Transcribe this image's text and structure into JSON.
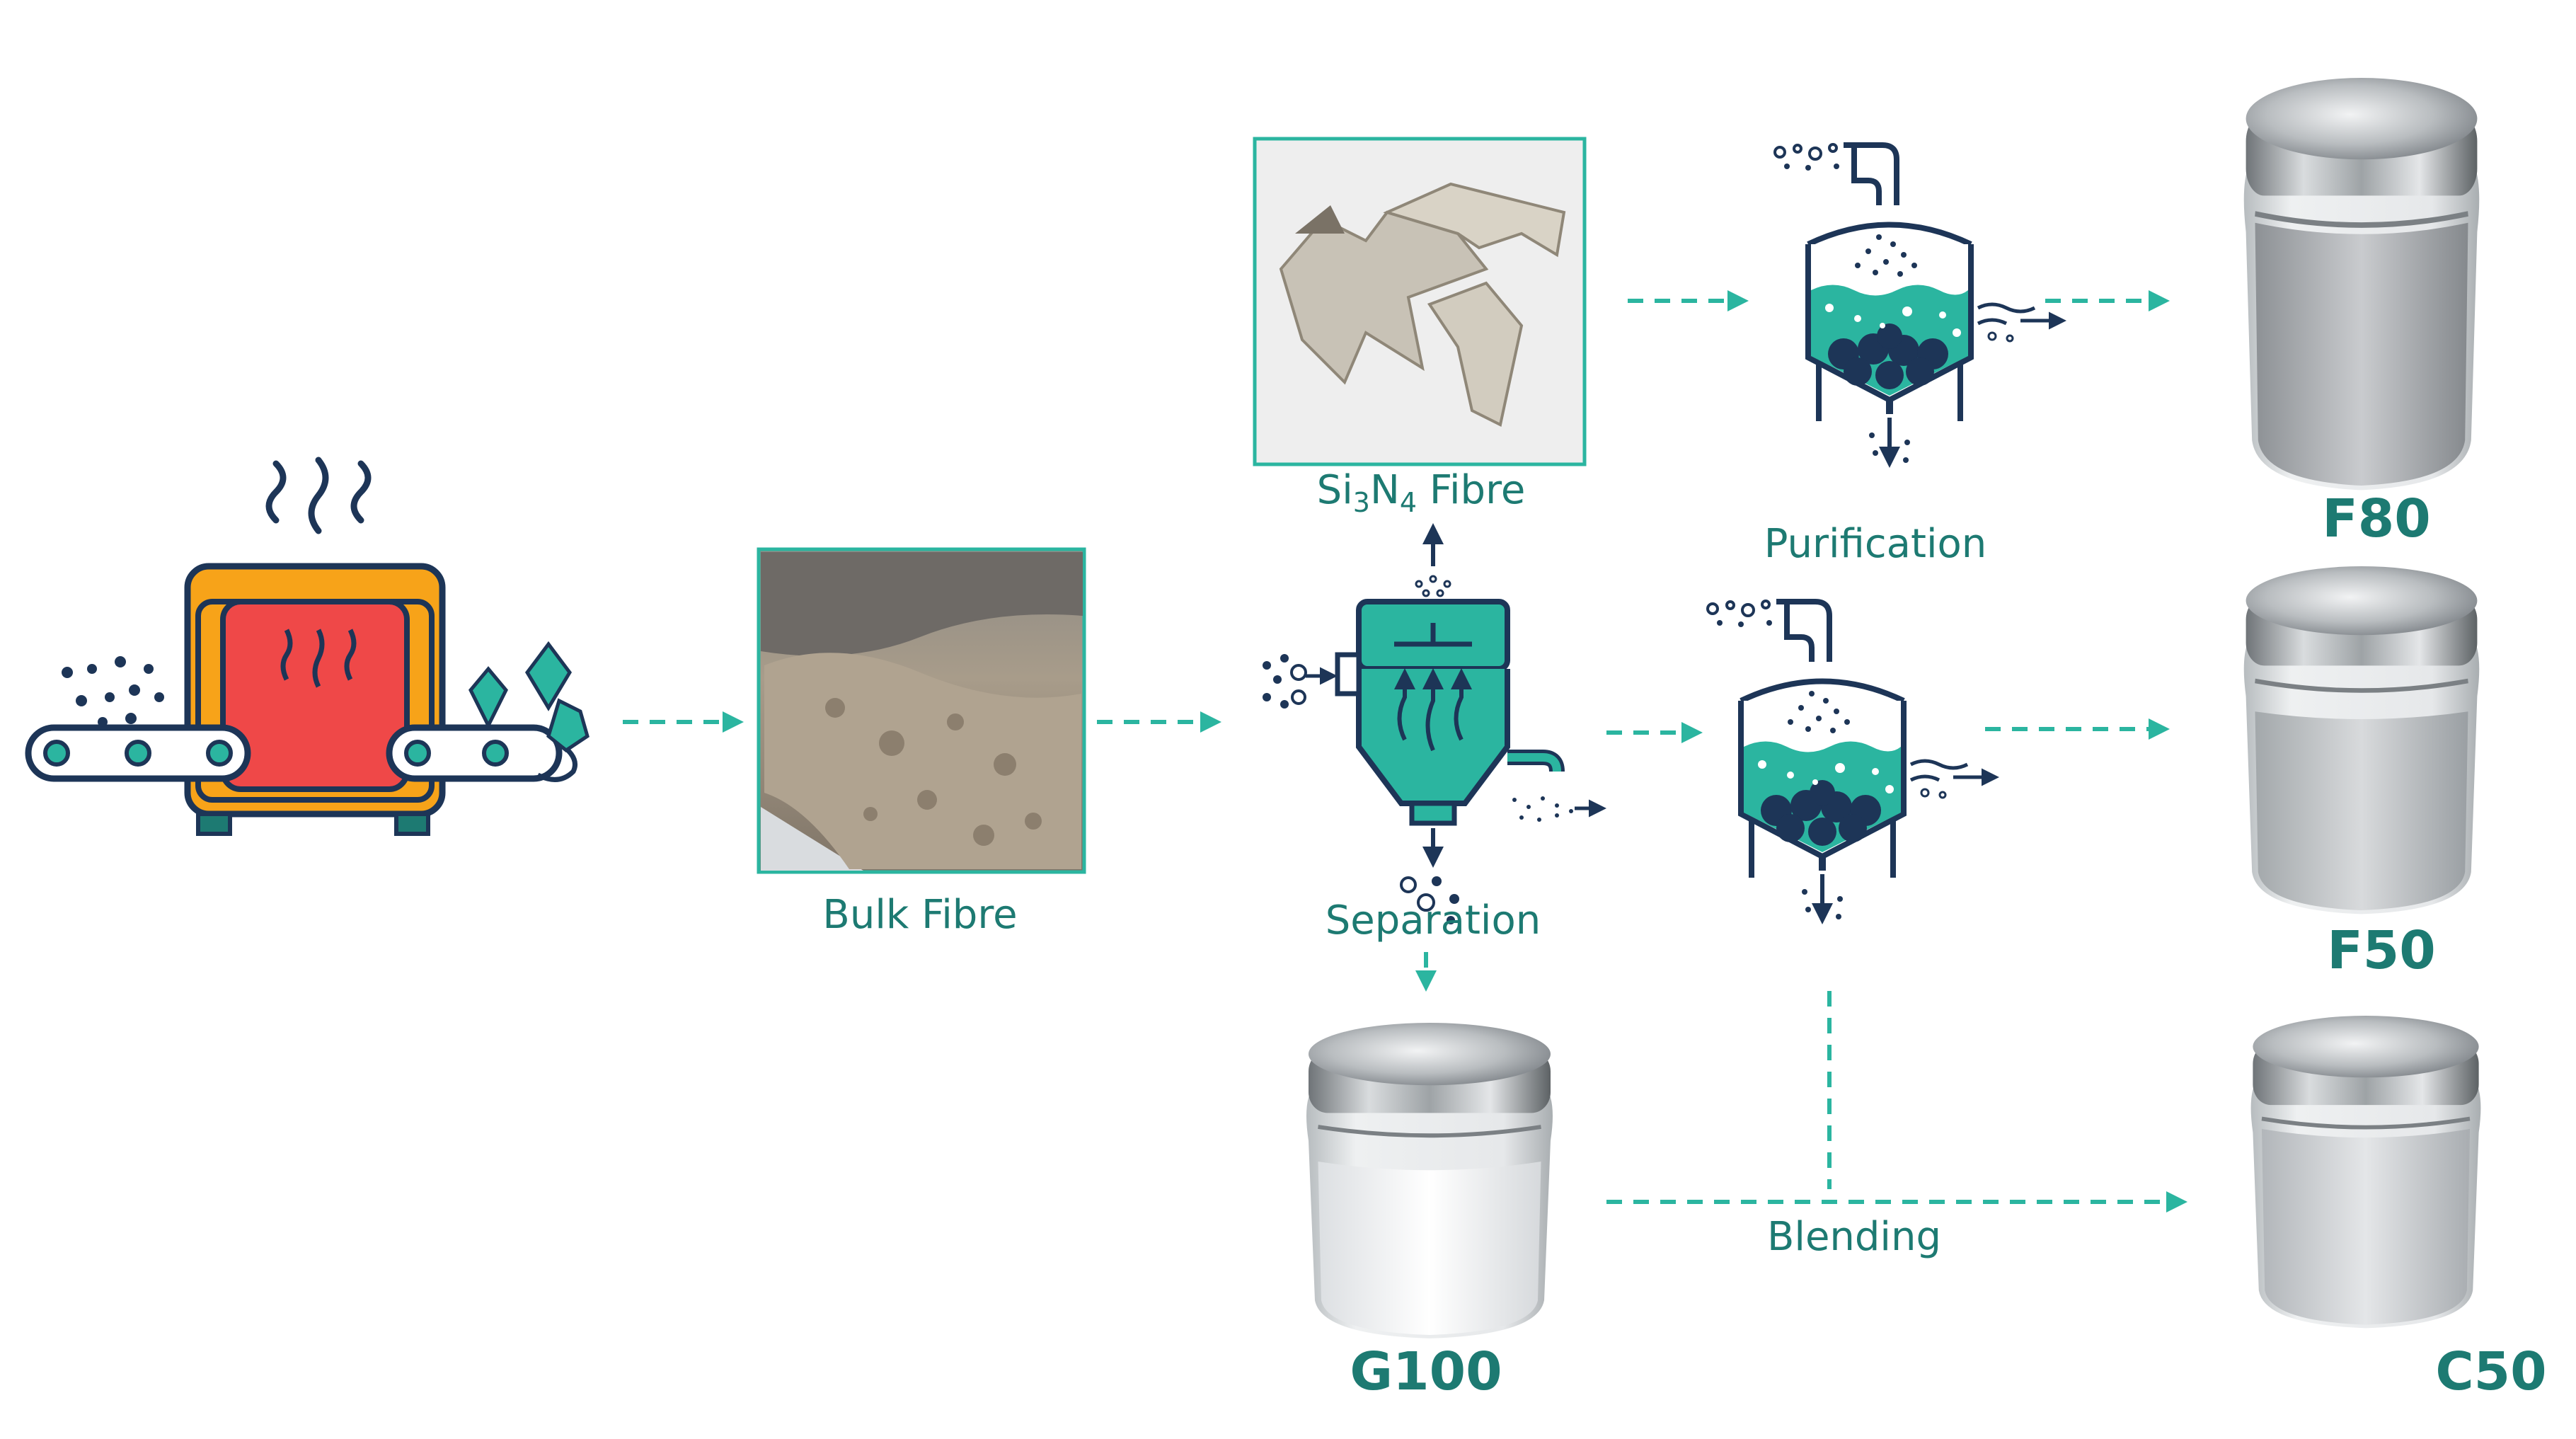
{
  "nodes": {
    "furnace": {
      "icon": "furnace-conveyor-icon"
    },
    "bulk_fibre": {
      "label": "Bulk Fibre",
      "image": "bulk-fibre-photo"
    },
    "si3n4_fibre": {
      "label_prefix": "Si",
      "sub1": "3",
      "label_mid": "N",
      "sub2": "4",
      "label_suffix": " Fibre",
      "image": "si3n4-fibre-photo"
    },
    "separation": {
      "label": "Separation",
      "icon": "cyclone-separator-icon"
    },
    "purification": {
      "label": "Purification",
      "icon": "purification-tank-icon"
    },
    "products": {
      "g100": {
        "label": "G100",
        "icon": "jar-icon"
      },
      "f80": {
        "label": "F80",
        "icon": "jar-icon"
      },
      "f50": {
        "label": "F50",
        "icon": "jar-icon"
      },
      "c50": {
        "label": "C50",
        "icon": "jar-icon"
      }
    },
    "blending": {
      "label": "Blending"
    }
  },
  "colors": {
    "teal": "#2bb5a0",
    "teal_dark": "#1d7a72",
    "navy": "#1d3557",
    "furnace_orange": "#f7a319",
    "furnace_red": "#ef4848"
  }
}
